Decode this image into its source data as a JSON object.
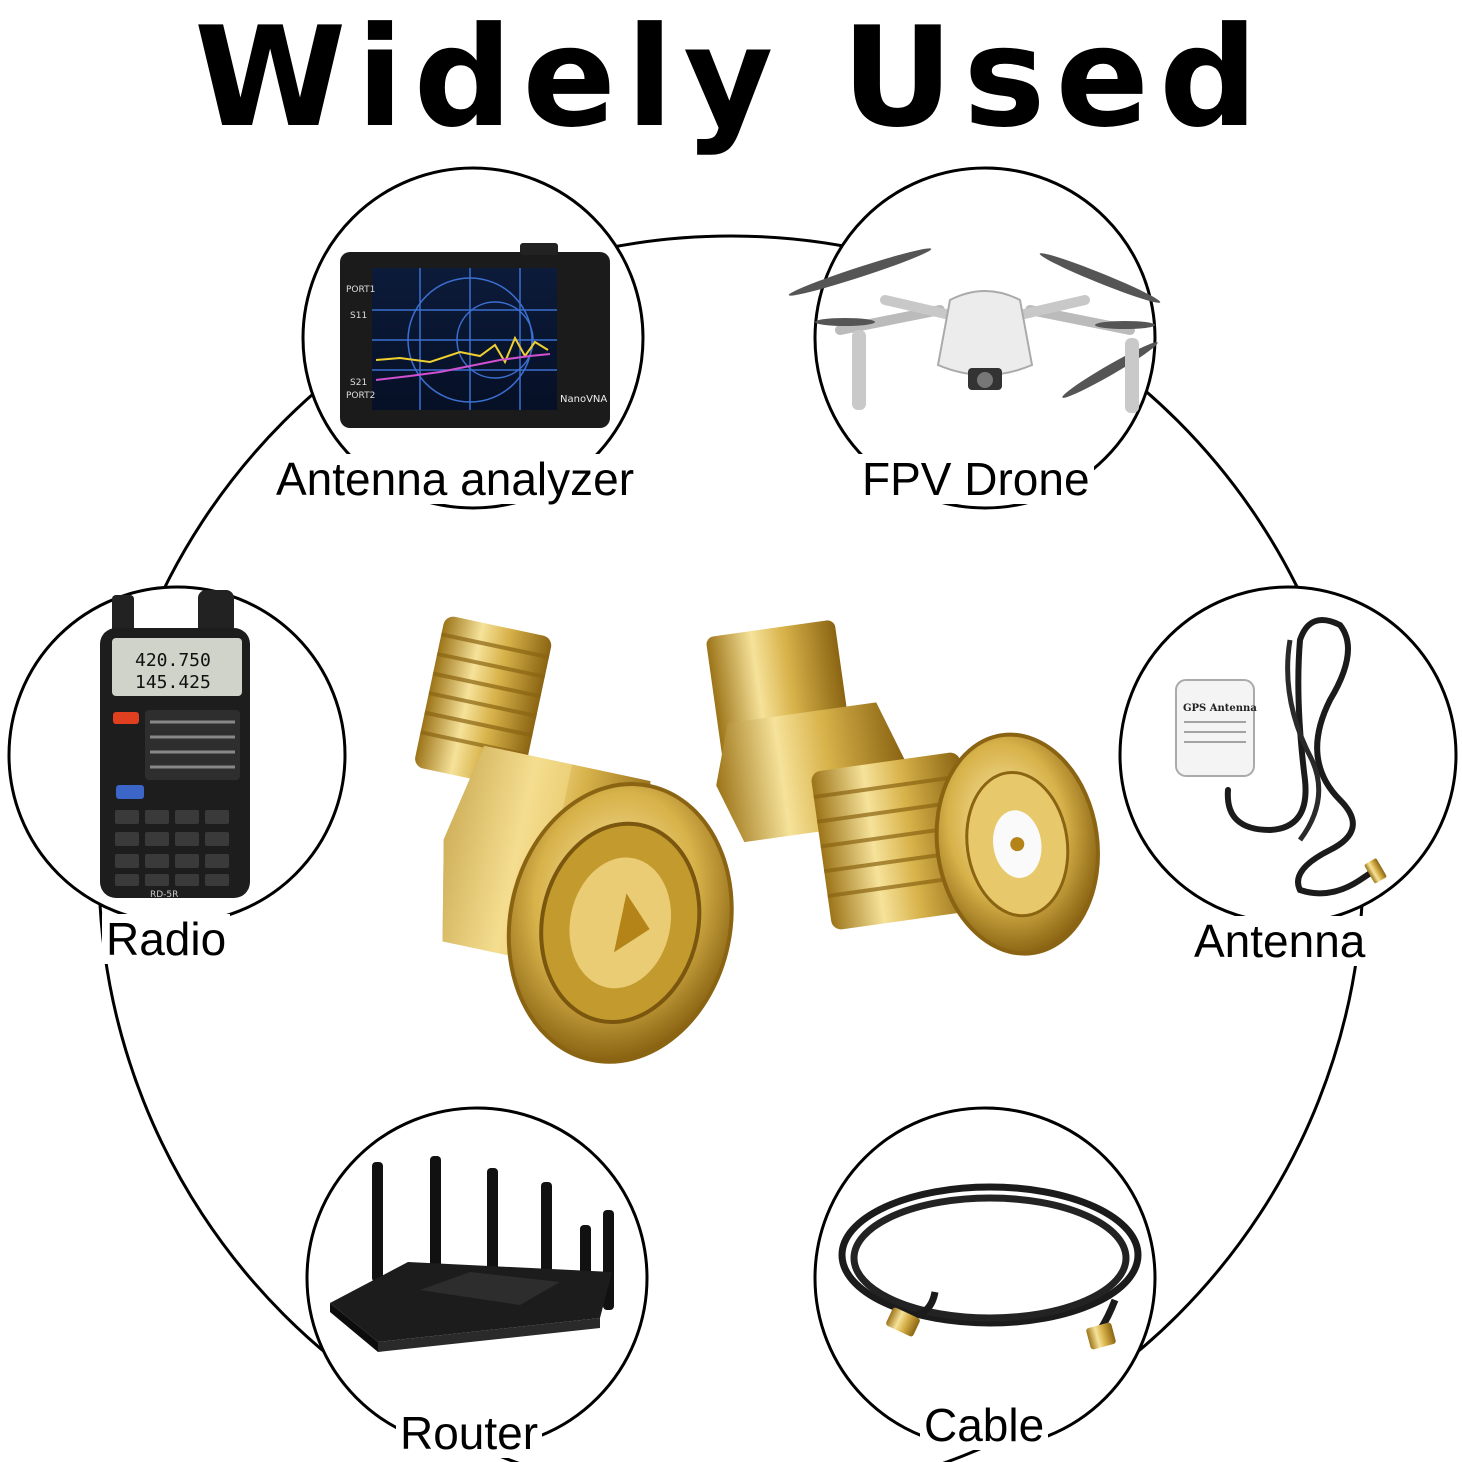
{
  "page": {
    "title": "Widely Used"
  },
  "applications": [
    {
      "id": "antenna-analyzer",
      "label": "Antenna analyzer",
      "icon": "antenna-analyzer-icon"
    },
    {
      "id": "fpv-drone",
      "label": "FPV Drone",
      "icon": "drone-icon"
    },
    {
      "id": "radio",
      "label": "Radio",
      "icon": "radio-icon"
    },
    {
      "id": "antenna",
      "label": "Antenna",
      "icon": "gps-antenna-icon"
    },
    {
      "id": "router",
      "label": "Router",
      "icon": "router-icon"
    },
    {
      "id": "cable",
      "label": "Cable",
      "icon": "cable-icon"
    }
  ],
  "device_text": {
    "analyzer_brand": "NanoVNA",
    "analyzer_port1": "PORT1",
    "analyzer_port2": "PORT2",
    "analyzer_s11": "S11",
    "analyzer_s21": "S21",
    "radio_freq1": "420.750",
    "radio_freq2": "145.425",
    "radio_model": "RD-5R",
    "gps_title": "GPS Antenna"
  },
  "colors": {
    "gold": "#d8b24a",
    "gold_dark": "#9c7418",
    "gold_light": "#f6e29a",
    "device_black": "#1b1b1b"
  }
}
